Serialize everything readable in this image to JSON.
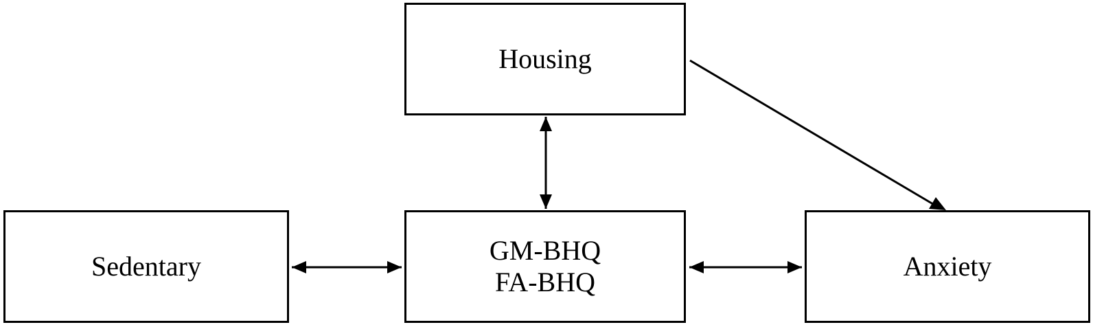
{
  "diagram": {
    "nodes": {
      "housing": {
        "label": "Housing"
      },
      "sedentary": {
        "label": "Sedentary"
      },
      "bhq": {
        "line1": "GM-BHQ",
        "line2": "FA-BHQ"
      },
      "anxiety": {
        "label": "Anxiety"
      }
    },
    "edges": [
      {
        "from": "housing",
        "to": "bhq",
        "direction": "bidirectional"
      },
      {
        "from": "sedentary",
        "to": "bhq",
        "direction": "bidirectional"
      },
      {
        "from": "bhq",
        "to": "anxiety",
        "direction": "bidirectional"
      },
      {
        "from": "housing",
        "to": "anxiety",
        "direction": "forward"
      }
    ],
    "colors": {
      "stroke": "#000000",
      "background": "#ffffff"
    }
  }
}
